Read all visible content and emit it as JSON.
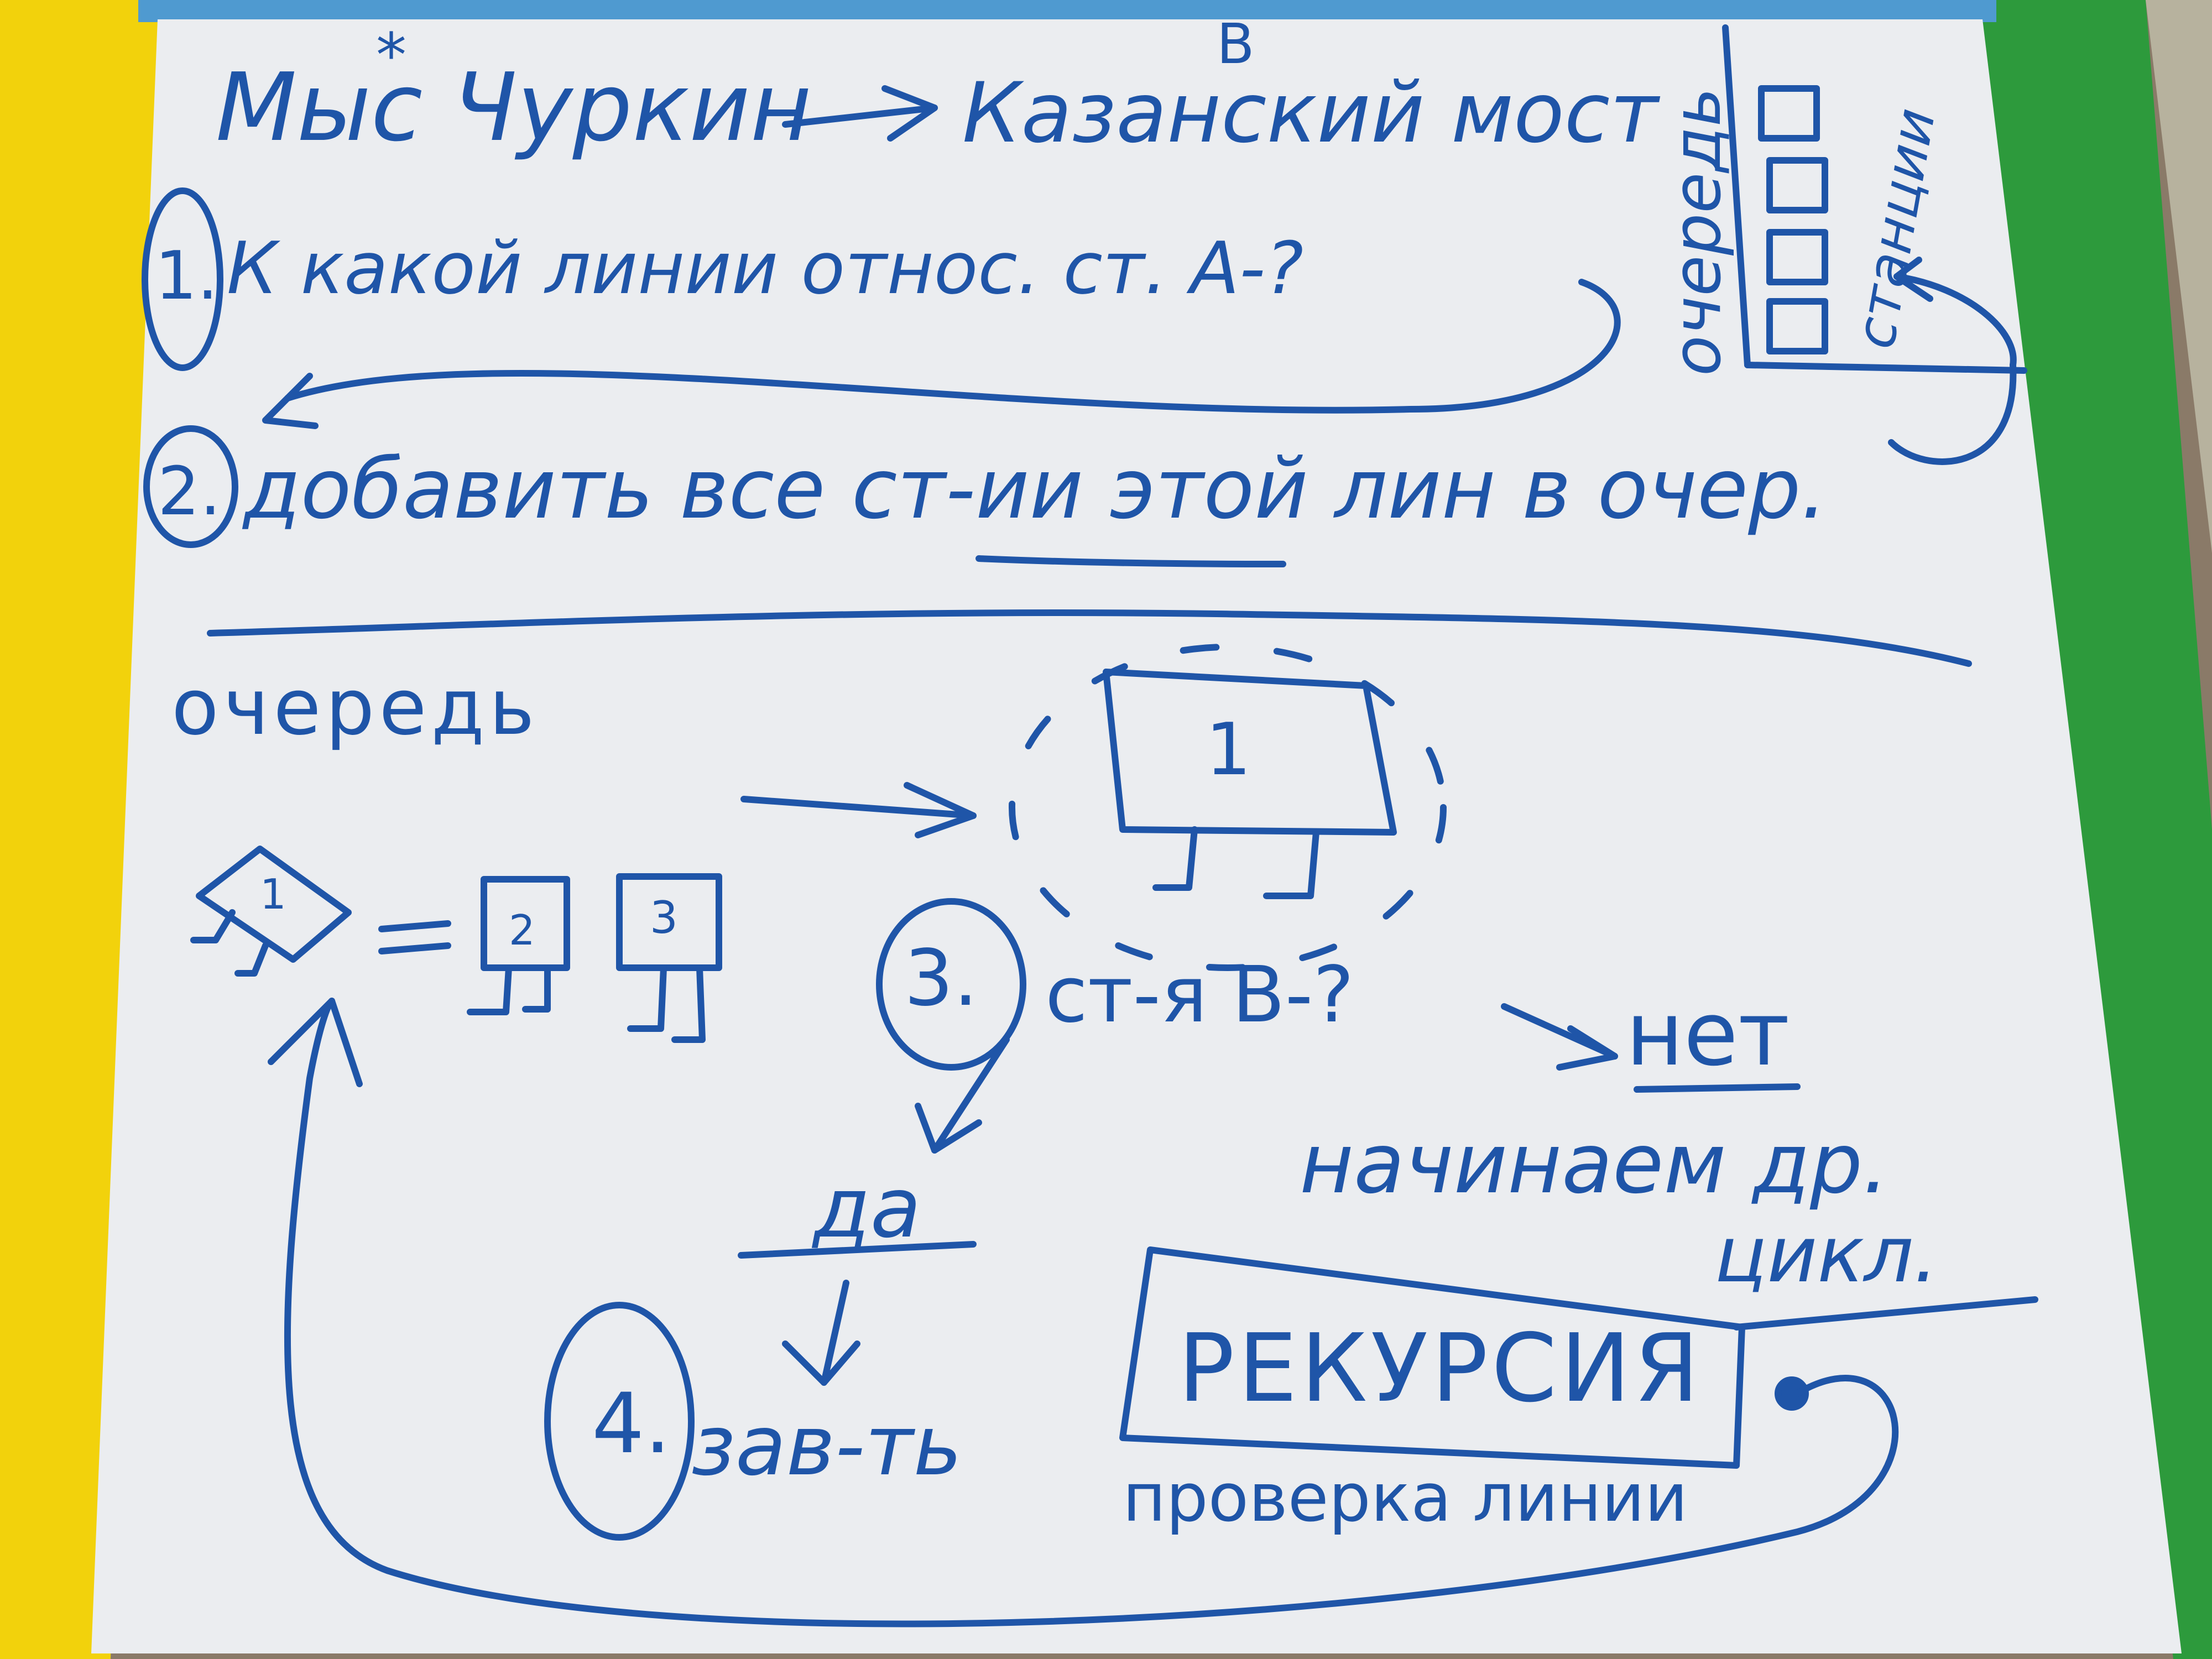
{
  "colors": {
    "marker": "#1f55a8",
    "board": "#ebedf0",
    "frame_left": "#f2d20c",
    "frame_right": "#2d9a3c",
    "frame_top": "#4f9ad0"
  },
  "header": {
    "from": "Мыс Чуркин",
    "to": "Казанский мост",
    "correction_mark": "В",
    "asterisk": "*"
  },
  "steps": {
    "step1_num": "1.",
    "step1_text": "К какой линии относ. ст. А-?",
    "step2_num": "2.",
    "step2_text": "добавить все ст-ии этой лин в очер."
  },
  "side_diagram": {
    "queue_label": "очередь",
    "stations_label": "станции"
  },
  "queue": {
    "title": "очередь",
    "box1": "1",
    "box2": "2",
    "box3": "3",
    "big_box": "1",
    "equals": "="
  },
  "check": {
    "num": "3.",
    "question": "ст-я В-?",
    "no": "нет",
    "no_action_line1": "начинаем др.",
    "no_action_line2": "цикл.",
    "yes": "да",
    "step4_num": "4.",
    "step4_text": "зав-ть",
    "recursion": "РЕКУРСИЯ",
    "recursion_caption": "проверка линии"
  }
}
